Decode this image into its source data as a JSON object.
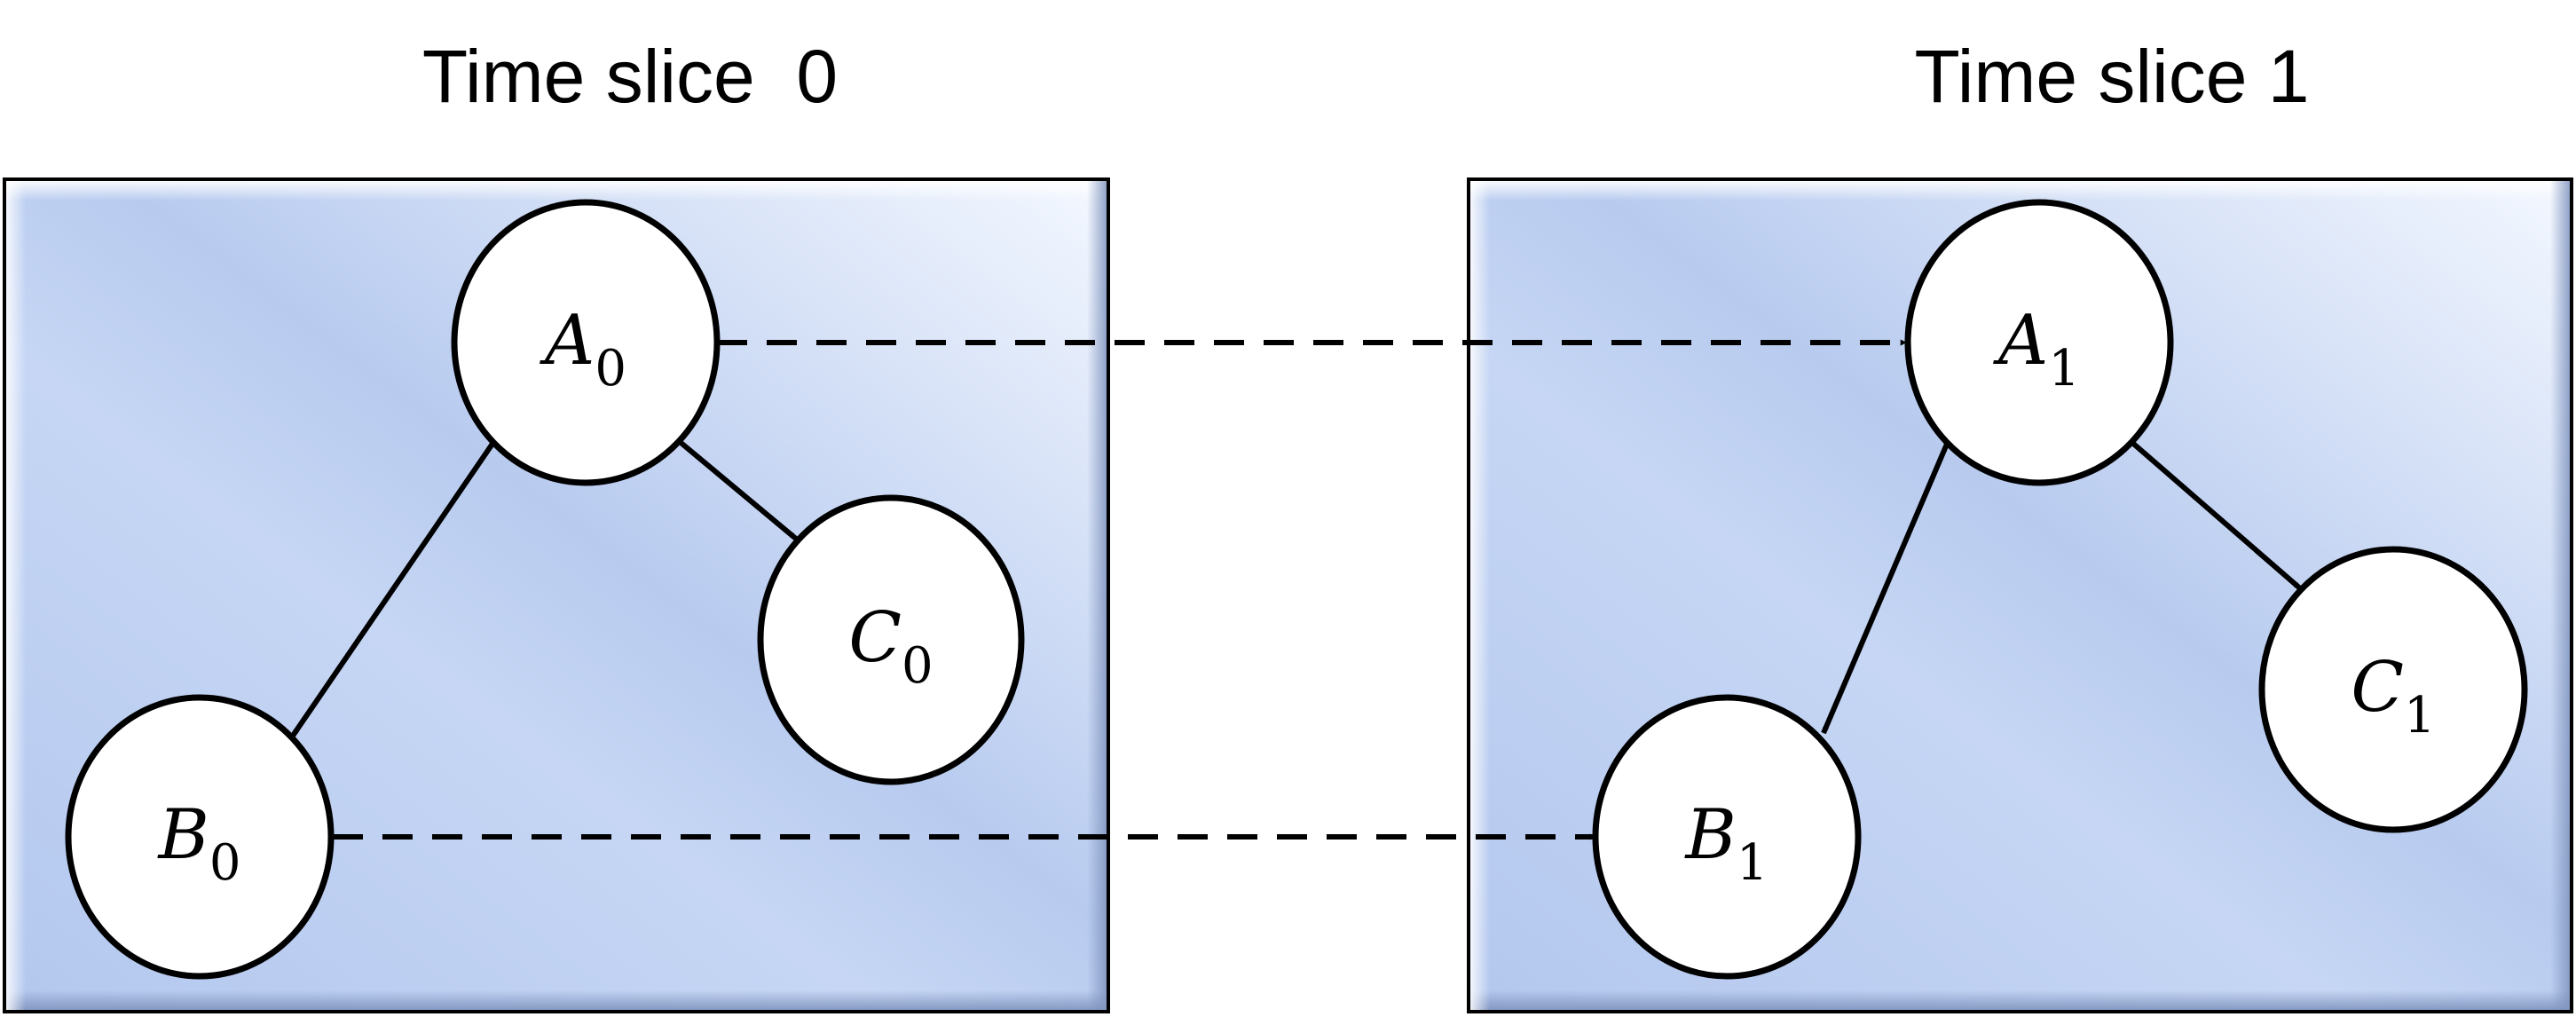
{
  "slices": [
    {
      "title": "Time slice  0"
    },
    {
      "title": "Time slice 1"
    }
  ],
  "nodes": {
    "A0": {
      "var": "A",
      "sub": "0"
    },
    "B0": {
      "var": "B",
      "sub": "0"
    },
    "C0": {
      "var": "C",
      "sub": "0"
    },
    "A1": {
      "var": "A",
      "sub": "1"
    },
    "B1": {
      "var": "B",
      "sub": "1"
    },
    "C1": {
      "var": "C",
      "sub": "1"
    }
  },
  "edges": [
    {
      "from": "A0",
      "to": "B0",
      "style": "solid"
    },
    {
      "from": "A0",
      "to": "C0",
      "style": "solid"
    },
    {
      "from": "A1",
      "to": "B1",
      "style": "solid"
    },
    {
      "from": "A1",
      "to": "C1",
      "style": "solid"
    },
    {
      "from": "A0",
      "to": "A1",
      "style": "dashed"
    },
    {
      "from": "B0",
      "to": "B1",
      "style": "dashed"
    }
  ],
  "colors": {
    "panel_light": "#eef4ff",
    "panel_dark": "#b3c8ef",
    "stroke": "#000000",
    "node_fill": "#ffffff"
  }
}
